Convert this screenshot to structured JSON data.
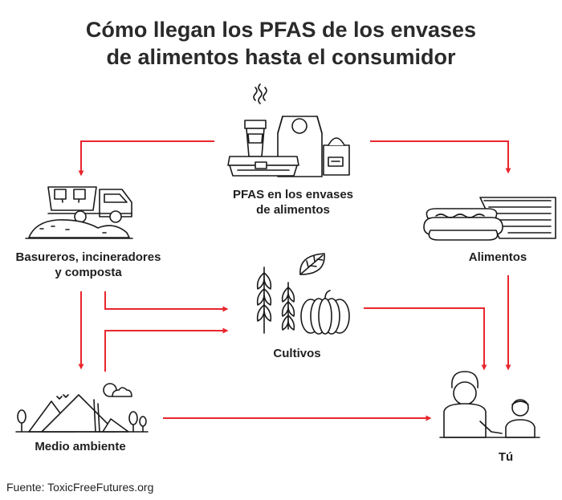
{
  "title_line1": "Cómo llegan los PFAS de los envases",
  "title_line2": "de alimentos hasta el consumidor",
  "nodes": {
    "packaging_line1": "PFAS en los envases",
    "packaging_line2": "de alimentos",
    "waste_line1": "Basureros, incineradores",
    "waste_line2": "y composta",
    "food": "Alimentos",
    "crops": "Cultivos",
    "environment": "Medio ambiente",
    "you": "Tú"
  },
  "source": "Fuente: ToxicFreeFutures.org",
  "colors": {
    "arrow": "#e8262d",
    "ink": "#1a1a1a"
  }
}
